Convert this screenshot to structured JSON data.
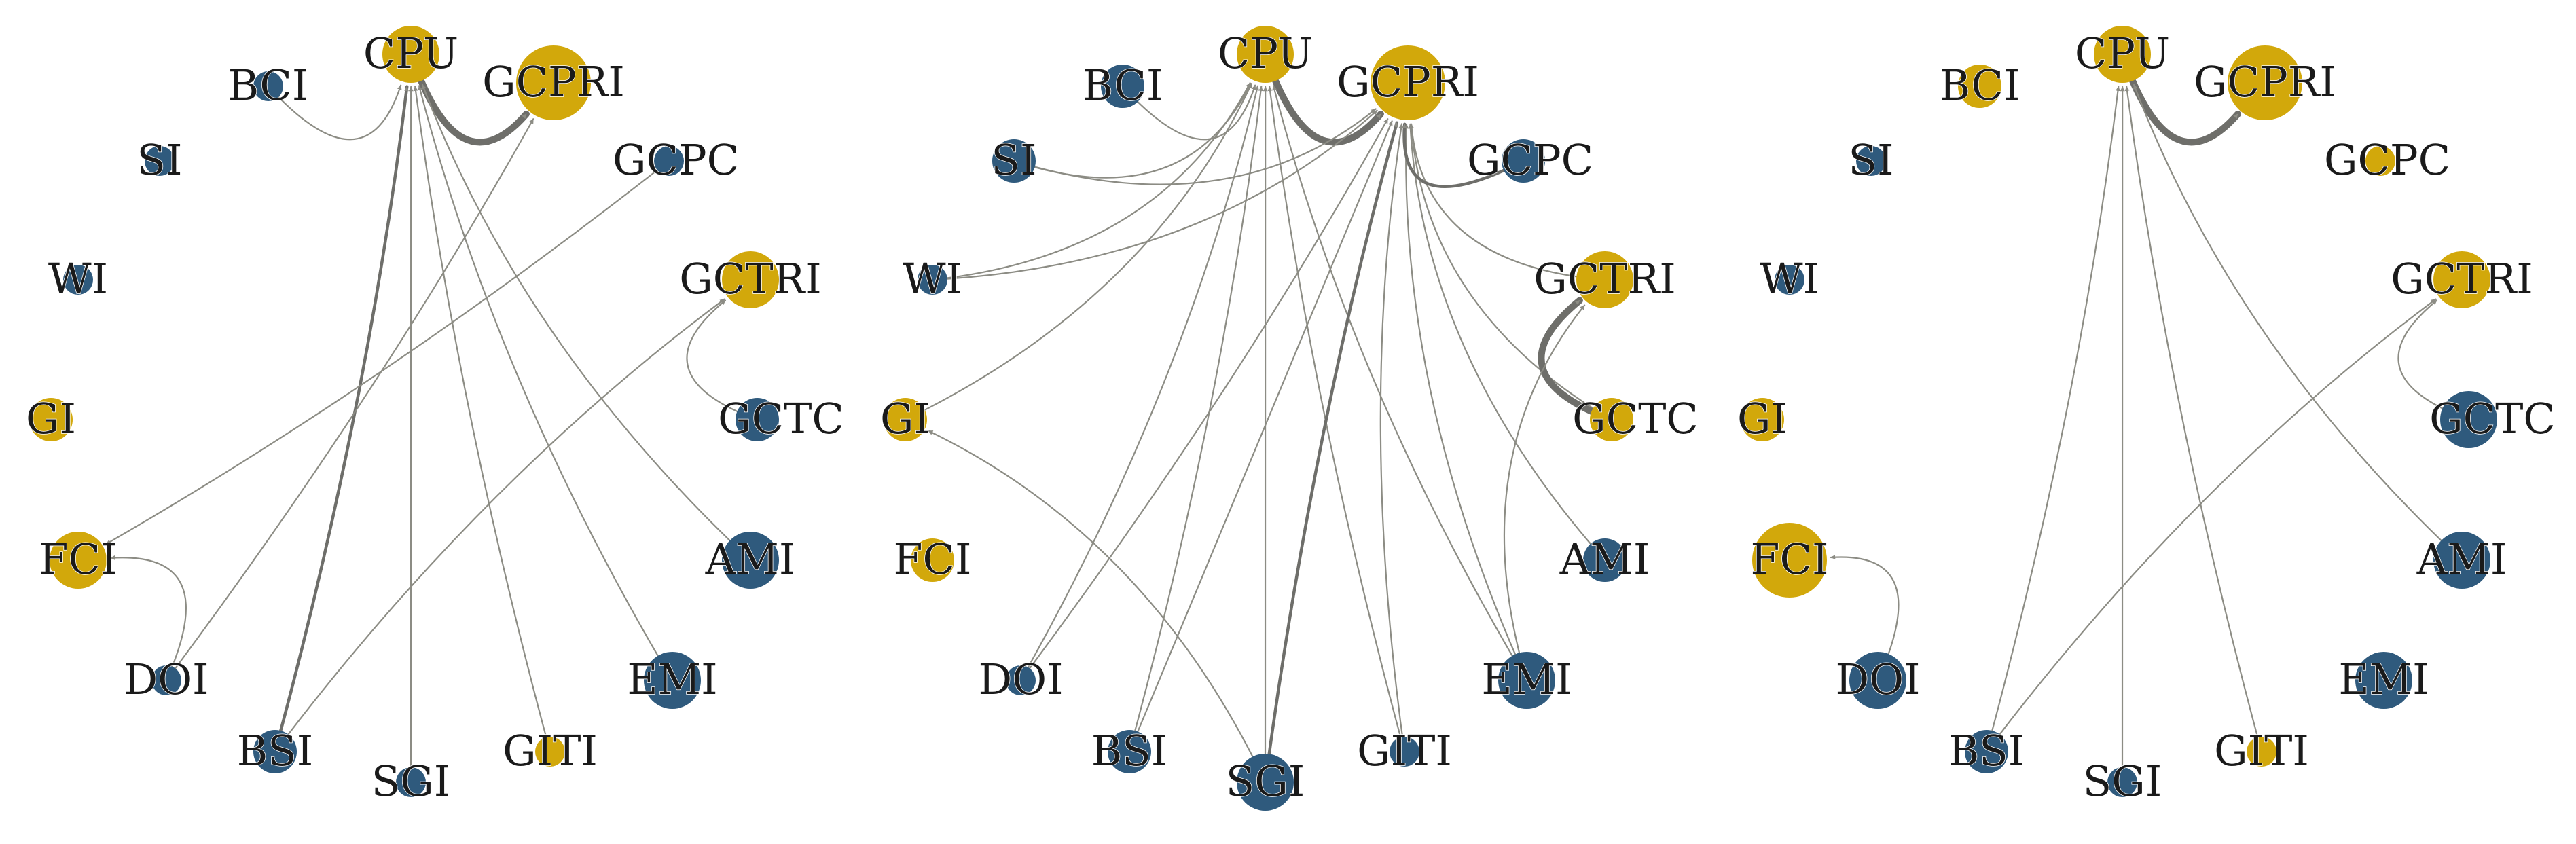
{
  "colors": {
    "gold": "#d2a80b",
    "blue": "#2f5a7d",
    "edge": "#8c8c84",
    "edge_dark": "#6e6e6a"
  },
  "panels": [
    {
      "nodes": [
        {
          "id": "CPU",
          "label": "CPU",
          "color": "gold",
          "size": "m"
        },
        {
          "id": "GCPRI",
          "label": "GCPRI",
          "color": "gold",
          "size": "l"
        },
        {
          "id": "BCI",
          "label": "BCI",
          "color": "blue",
          "size": "xs"
        },
        {
          "id": "SI",
          "label": "SI",
          "color": "blue",
          "size": "xs"
        },
        {
          "id": "WI",
          "label": "WI",
          "color": "blue",
          "size": "xs"
        },
        {
          "id": "GI",
          "label": "GI",
          "color": "gold",
          "size": "s"
        },
        {
          "id": "FCI",
          "label": "FCI",
          "color": "gold",
          "size": "m"
        },
        {
          "id": "DOI",
          "label": "DOI",
          "color": "blue",
          "size": "xs"
        },
        {
          "id": "BSI",
          "label": "BSI",
          "color": "blue",
          "size": "s"
        },
        {
          "id": "SGI",
          "label": "SGI",
          "color": "blue",
          "size": "xs"
        },
        {
          "id": "GITI",
          "label": "GITI",
          "color": "gold",
          "size": "xs"
        },
        {
          "id": "EMI",
          "label": "EMI",
          "color": "blue",
          "size": "m"
        },
        {
          "id": "AMI",
          "label": "AMI",
          "color": "blue",
          "size": "m"
        },
        {
          "id": "GCTC",
          "label": "GCTC",
          "color": "blue",
          "size": "s"
        },
        {
          "id": "GCTRI",
          "label": "GCTRI",
          "color": "gold",
          "size": "m"
        },
        {
          "id": "GCPC",
          "label": "GCPC",
          "color": "blue",
          "size": "xs"
        }
      ],
      "edges": [
        {
          "from": "BCI",
          "to": "CPU",
          "weight": 1
        },
        {
          "from": "CPU",
          "to": "GCPRI",
          "weight": 3
        },
        {
          "from": "BSI",
          "to": "CPU",
          "weight": 2
        },
        {
          "from": "SGI",
          "to": "CPU",
          "weight": 1
        },
        {
          "from": "GITI",
          "to": "CPU",
          "weight": 1
        },
        {
          "from": "EMI",
          "to": "CPU",
          "weight": 1
        },
        {
          "from": "AMI",
          "to": "CPU",
          "weight": 1
        },
        {
          "from": "DOI",
          "to": "GCPRI",
          "weight": 1
        },
        {
          "from": "GCPC",
          "to": "FCI",
          "weight": 1
        },
        {
          "from": "DOI",
          "to": "FCI",
          "weight": 1
        },
        {
          "from": "BSI",
          "to": "GCTRI",
          "weight": 1
        },
        {
          "from": "GCTC",
          "to": "GCTRI",
          "weight": 1
        }
      ]
    },
    {
      "nodes": [
        {
          "id": "CPU",
          "label": "CPU",
          "color": "gold",
          "size": "m"
        },
        {
          "id": "GCPRI",
          "label": "GCPRI",
          "color": "gold",
          "size": "l"
        },
        {
          "id": "BCI",
          "label": "BCI",
          "color": "blue",
          "size": "s"
        },
        {
          "id": "SI",
          "label": "SI",
          "color": "blue",
          "size": "s"
        },
        {
          "id": "WI",
          "label": "WI",
          "color": "blue",
          "size": "xs"
        },
        {
          "id": "GI",
          "label": "GI",
          "color": "gold",
          "size": "s"
        },
        {
          "id": "FCI",
          "label": "FCI",
          "color": "gold",
          "size": "s"
        },
        {
          "id": "DOI",
          "label": "DOI",
          "color": "blue",
          "size": "xs"
        },
        {
          "id": "BSI",
          "label": "BSI",
          "color": "blue",
          "size": "s"
        },
        {
          "id": "SGI",
          "label": "SGI",
          "color": "blue",
          "size": "m"
        },
        {
          "id": "GITI",
          "label": "GITI",
          "color": "blue",
          "size": "xs"
        },
        {
          "id": "EMI",
          "label": "EMI",
          "color": "blue",
          "size": "m"
        },
        {
          "id": "AMI",
          "label": "AMI",
          "color": "blue",
          "size": "s"
        },
        {
          "id": "GCTC",
          "label": "GCTC",
          "color": "gold",
          "size": "s"
        },
        {
          "id": "GCTRI",
          "label": "GCTRI",
          "color": "gold",
          "size": "m"
        },
        {
          "id": "GCPC",
          "label": "GCPC",
          "color": "blue",
          "size": "s"
        }
      ],
      "edges": [
        {
          "from": "BCI",
          "to": "CPU",
          "weight": 1
        },
        {
          "from": "CPU",
          "to": "GCPRI",
          "weight": 3
        },
        {
          "from": "SI",
          "to": "CPU",
          "weight": 1
        },
        {
          "from": "WI",
          "to": "CPU",
          "weight": 1
        },
        {
          "from": "GI",
          "to": "CPU",
          "weight": 1
        },
        {
          "from": "DOI",
          "to": "CPU",
          "weight": 1
        },
        {
          "from": "BSI",
          "to": "CPU",
          "weight": 1
        },
        {
          "from": "SGI",
          "to": "CPU",
          "weight": 1
        },
        {
          "from": "GITI",
          "to": "CPU",
          "weight": 1
        },
        {
          "from": "EMI",
          "to": "CPU",
          "weight": 1
        },
        {
          "from": "SI",
          "to": "GCPRI",
          "weight": 1
        },
        {
          "from": "WI",
          "to": "GCPRI",
          "weight": 1
        },
        {
          "from": "DOI",
          "to": "GCPRI",
          "weight": 1
        },
        {
          "from": "BSI",
          "to": "GCPRI",
          "weight": 1
        },
        {
          "from": "SGI",
          "to": "GCPRI",
          "weight": 2
        },
        {
          "from": "GITI",
          "to": "GCPRI",
          "weight": 1
        },
        {
          "from": "EMI",
          "to": "GCPRI",
          "weight": 1
        },
        {
          "from": "AMI",
          "to": "GCPRI",
          "weight": 1
        },
        {
          "from": "GCTC",
          "to": "GCPRI",
          "weight": 1
        },
        {
          "from": "GCTRI",
          "to": "GCPRI",
          "weight": 1
        },
        {
          "from": "GCPC",
          "to": "GCPRI",
          "weight": 2
        },
        {
          "from": "GCTC",
          "to": "GCTRI",
          "weight": 3
        },
        {
          "from": "EMI",
          "to": "GCTRI",
          "weight": 1
        },
        {
          "from": "SGI",
          "to": "GI",
          "weight": 1
        }
      ]
    },
    {
      "nodes": [
        {
          "id": "CPU",
          "label": "CPU",
          "color": "gold",
          "size": "m"
        },
        {
          "id": "GCPRI",
          "label": "GCPRI",
          "color": "gold",
          "size": "l"
        },
        {
          "id": "BCI",
          "label": "BCI",
          "color": "gold",
          "size": "s"
        },
        {
          "id": "SI",
          "label": "SI",
          "color": "blue",
          "size": "xs"
        },
        {
          "id": "WI",
          "label": "WI",
          "color": "blue",
          "size": "xs"
        },
        {
          "id": "GI",
          "label": "GI",
          "color": "gold",
          "size": "s"
        },
        {
          "id": "FCI",
          "label": "FCI",
          "color": "gold",
          "size": "l"
        },
        {
          "id": "DOI",
          "label": "DOI",
          "color": "blue",
          "size": "m"
        },
        {
          "id": "BSI",
          "label": "BSI",
          "color": "blue",
          "size": "s"
        },
        {
          "id": "SGI",
          "label": "SGI",
          "color": "blue",
          "size": "xs"
        },
        {
          "id": "GITI",
          "label": "GITI",
          "color": "gold",
          "size": "xs"
        },
        {
          "id": "EMI",
          "label": "EMI",
          "color": "blue",
          "size": "m"
        },
        {
          "id": "AMI",
          "label": "AMI",
          "color": "blue",
          "size": "m"
        },
        {
          "id": "GCTC",
          "label": "GCTC",
          "color": "blue",
          "size": "m"
        },
        {
          "id": "GCTRI",
          "label": "GCTRI",
          "color": "gold",
          "size": "m"
        },
        {
          "id": "GCPC",
          "label": "GCPC",
          "color": "gold",
          "size": "xs"
        }
      ],
      "edges": [
        {
          "from": "CPU",
          "to": "GCPRI",
          "weight": 3
        },
        {
          "from": "BSI",
          "to": "CPU",
          "weight": 1
        },
        {
          "from": "SGI",
          "to": "CPU",
          "weight": 1
        },
        {
          "from": "GITI",
          "to": "CPU",
          "weight": 1
        },
        {
          "from": "AMI",
          "to": "CPU",
          "weight": 1
        },
        {
          "from": "BSI",
          "to": "GCTRI",
          "weight": 1
        },
        {
          "from": "GCTC",
          "to": "GCTRI",
          "weight": 1
        },
        {
          "from": "DOI",
          "to": "FCI",
          "weight": 1
        }
      ]
    }
  ]
}
